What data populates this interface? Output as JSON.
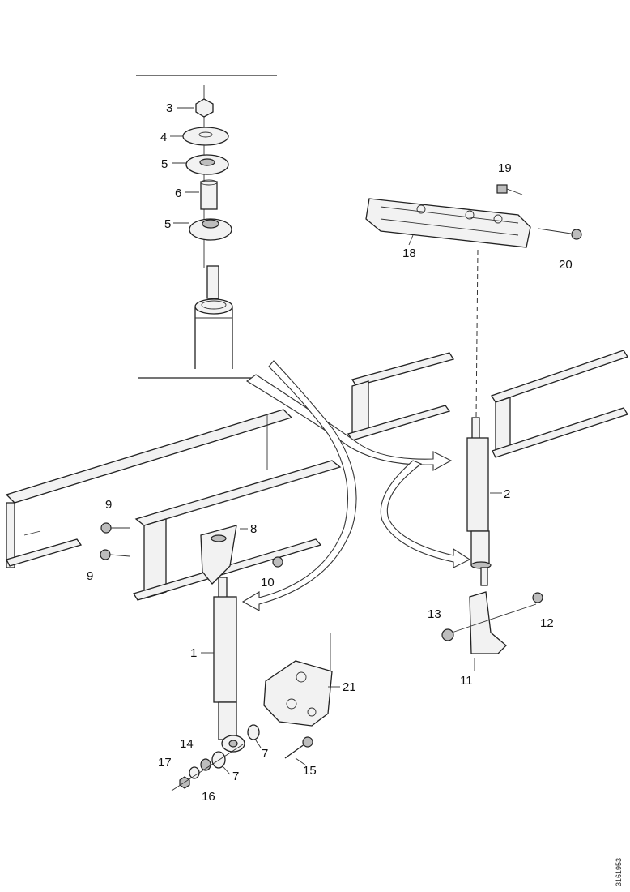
{
  "callouts": {
    "c1": "1",
    "c2": "2",
    "c3": "3",
    "c4": "4",
    "c5a": "5",
    "c5b": "5",
    "c6": "6",
    "c7a": "7",
    "c7b": "7",
    "c8": "8",
    "c9a": "9",
    "c9b": "9",
    "c10": "10",
    "c11": "11",
    "c12": "12",
    "c13": "13",
    "c14": "14",
    "c15": "15",
    "c16": "16",
    "c17": "17",
    "c18": "18",
    "c19": "19",
    "c20": "20",
    "c21": "21"
  },
  "figure_code": "3161953"
}
